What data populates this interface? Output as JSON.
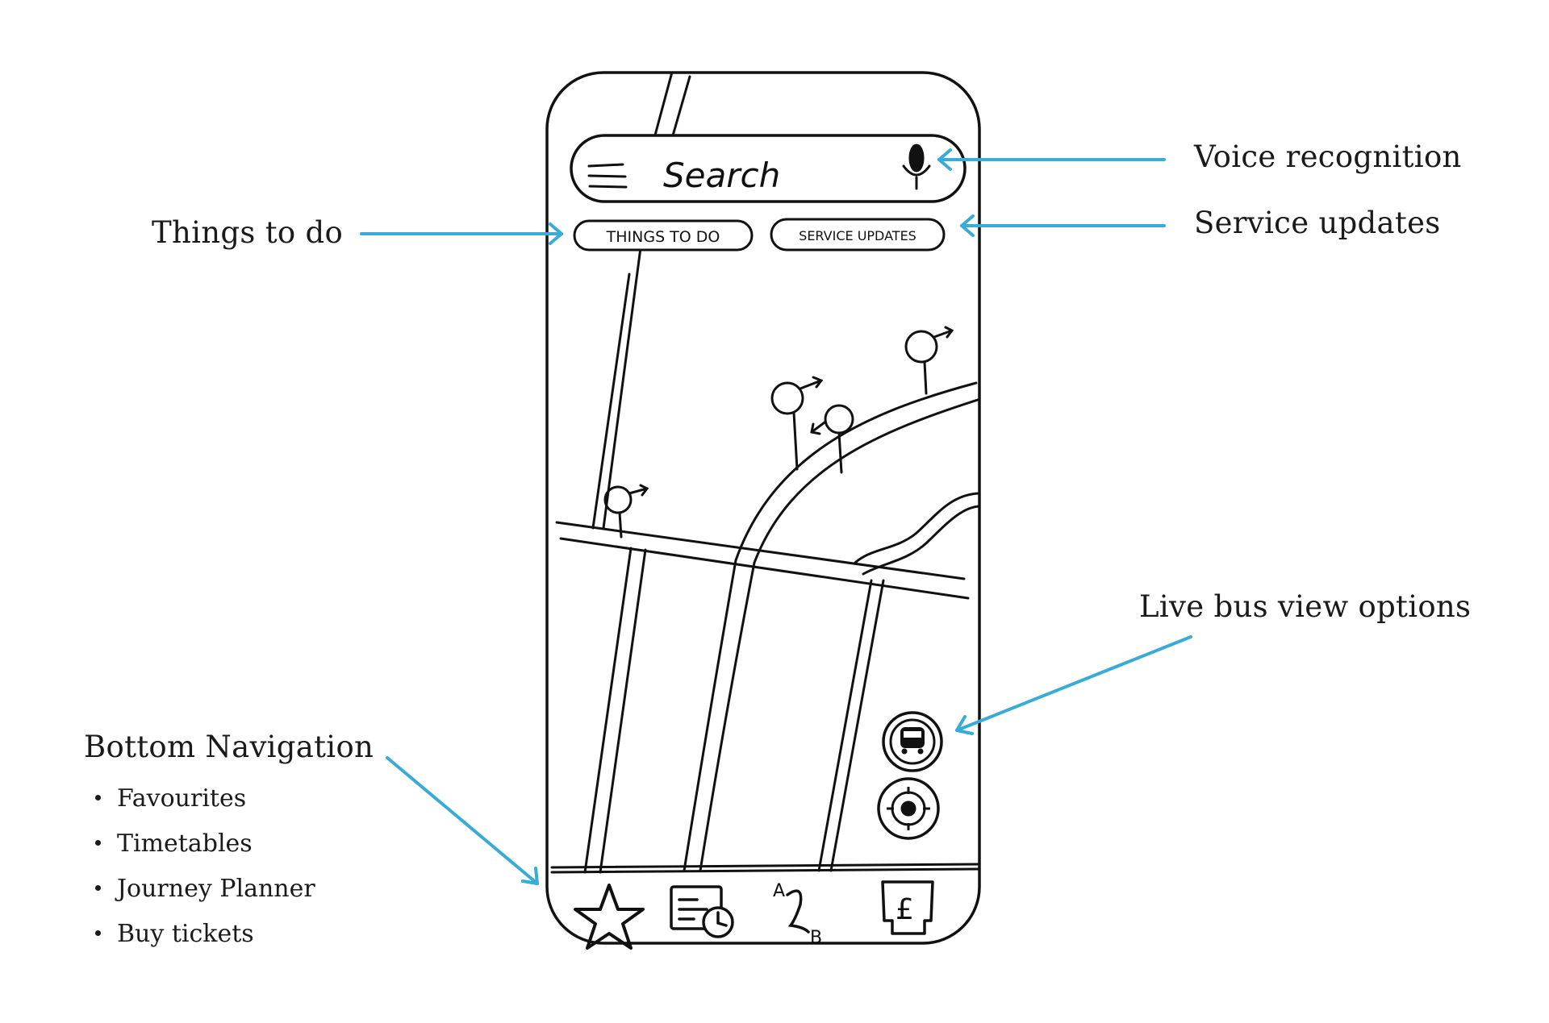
{
  "phone": {
    "search_placeholder": "Search",
    "chips": {
      "things_to_do": "THINGS TO DO",
      "service_updates": "SERVICE UPDATES"
    },
    "bottom_nav": {
      "favourites_icon": "star-icon",
      "timetables_icon": "timetable-clock-icon",
      "journey_planner_icon": "a-to-b-route-icon",
      "buy_tickets_icon": "pound-ticket-icon",
      "journey_planner_a": "A",
      "journey_planner_b": "B",
      "tickets_symbol": "£"
    },
    "map_buttons": {
      "live_bus": "bus-icon",
      "locate": "crosshair-icon"
    },
    "mic_icon": "microphone-icon",
    "menu_icon": "hamburger-menu-icon"
  },
  "annotations": {
    "voice_recognition": "Voice recognition",
    "service_updates": "Service updates",
    "things_to_do": "Things to do",
    "live_bus_view_options": "Live bus view options",
    "bottom_navigation": "Bottom Navigation",
    "bottom_navigation_items": [
      "Favourites",
      "Timetables",
      "Journey Planner",
      "Buy tickets"
    ]
  },
  "colors": {
    "arrow": "#38ABD6",
    "ink": "#111111"
  }
}
